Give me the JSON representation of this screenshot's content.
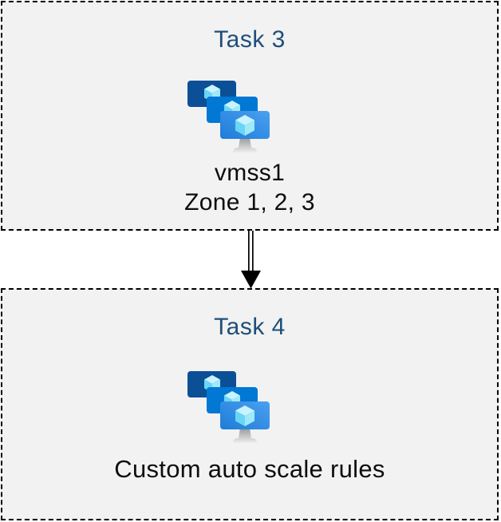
{
  "diagram": {
    "type": "flow",
    "tasks": [
      {
        "title": "Task 3",
        "icon": "virtual-machine-scale-set",
        "lines": [
          "vmss1",
          "Zone 1, 2, 3"
        ]
      },
      {
        "title": "Task 4",
        "icon": "virtual-machine-scale-set",
        "lines": [
          "Custom auto scale rules"
        ]
      }
    ],
    "connector": {
      "from": "Task 3",
      "to": "Task 4",
      "style": "double-line-arrow-down"
    },
    "colors": {
      "title_text": "#1F4E79",
      "body_text": "#0D0D0D",
      "box_fill": "#F2F2F2",
      "box_border": "#000000",
      "monitor_back": "#0B4F97",
      "monitor_middle": "#0078D4",
      "monitor_front_top": "#4BA0F0",
      "monitor_front_bottom": "#1E7CD8",
      "cube_top": "#C9F3FF",
      "cube_left": "#69D6F6",
      "cube_right": "#9FE9FB",
      "stand_top": "#A0A0A0",
      "stand_bottom": "#EDEDED"
    }
  }
}
